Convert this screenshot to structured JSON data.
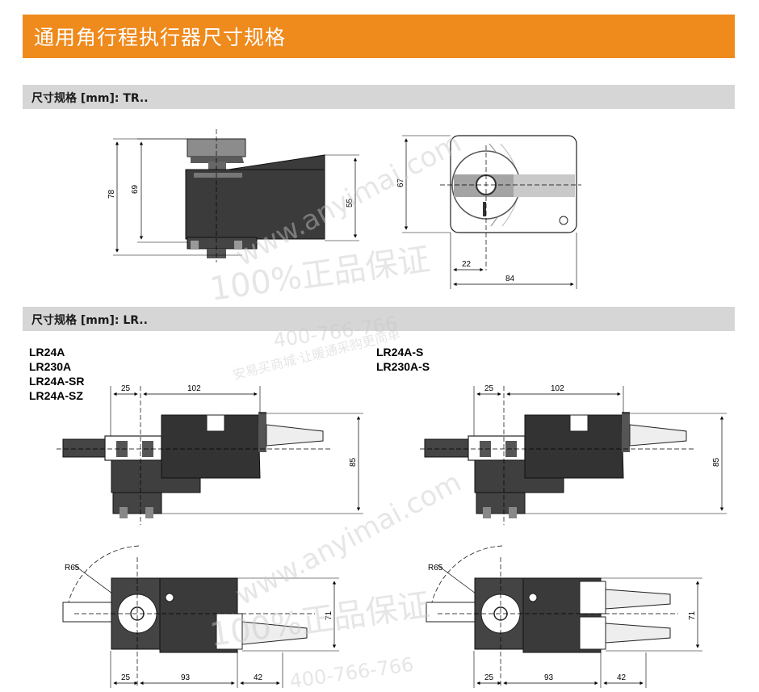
{
  "page_title": "通用角行程执行器尺寸规格",
  "sections": {
    "tr": {
      "title": "尺寸规格 [mm]: TR.."
    },
    "lr": {
      "title": "尺寸规格 [mm]: LR.."
    }
  },
  "lr_models_left": [
    "LR24A",
    "LR230A",
    "LR24A-SR",
    "LR24A-SZ"
  ],
  "lr_models_right": [
    "LR24A-S",
    "LR230A-S"
  ],
  "tr_dims": {
    "side_height_total": "78",
    "side_height_inner": "69",
    "side_height_body": "55",
    "front_height": "67",
    "front_offset": "22",
    "front_width": "84"
  },
  "lr_dims": {
    "left_offset": "25",
    "body_length": "102",
    "height": "85",
    "radius": "R65",
    "depth": "71",
    "bottom_offset": "25",
    "bottom_length": "93",
    "bottom_cable": "42"
  },
  "watermark": {
    "domain": "www.anyimai.com",
    "stamp": "100%正品保证",
    "phone": "400-766-766",
    "slogan": "安易买商城·让暖通采购更简单"
  },
  "colors": {
    "header_orange": "#ef8a1d",
    "section_gray": "#d6d6d6",
    "body_dark": "#3a3a3a",
    "body_mid": "#8a8a8a"
  }
}
